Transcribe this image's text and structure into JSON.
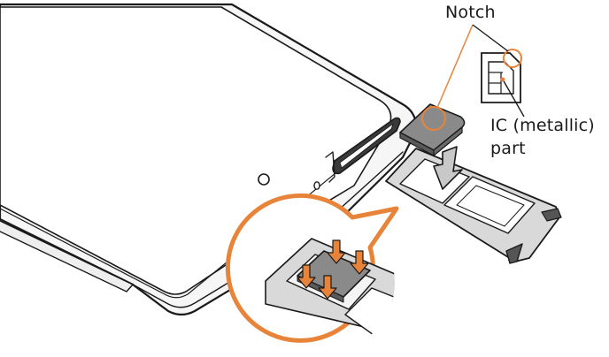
{
  "labels": {
    "notch": "Notch",
    "ic_line1": "IC (metallic)",
    "ic_line2": "part"
  },
  "colors": {
    "callout": "#e8843a",
    "stroke": "#1a1a1a",
    "sim_fill": "#8a8a8a",
    "tray_fill": "#d9d9d9",
    "arrow_fill": "#c8c8c8",
    "phone_body": "#ffffff"
  }
}
